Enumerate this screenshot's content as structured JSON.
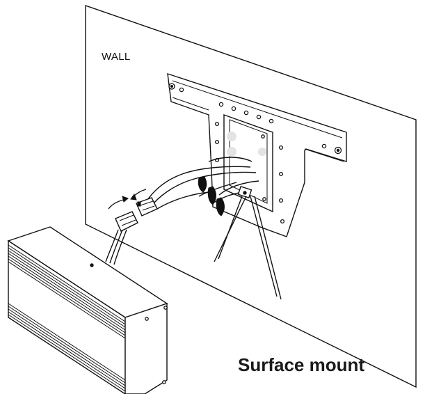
{
  "labels": {
    "wall": "WALL",
    "title": "Surface mount"
  },
  "icons": {
    "wall": "wall-plane-drawing",
    "bracket": "mounting-bracket-drawing",
    "device": "device-box-drawing",
    "connector": "wire-connector-icon",
    "arrow": "curved-arrow-icon"
  },
  "colors": {
    "line": "#111111",
    "background": "#ffffff",
    "title": "#1a1a1a"
  }
}
